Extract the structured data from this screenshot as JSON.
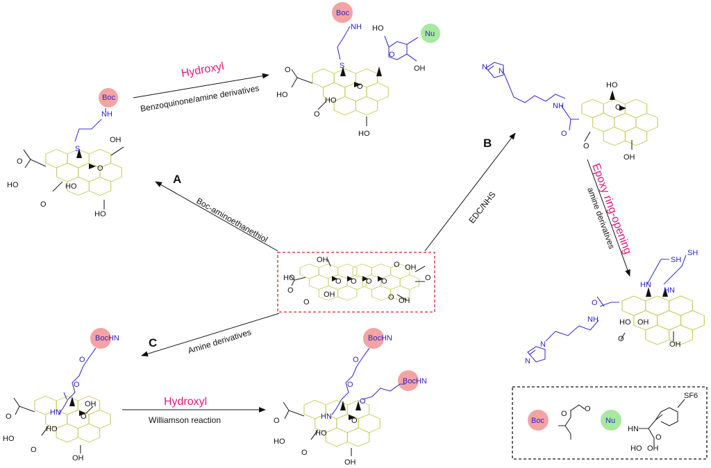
{
  "reactions": {
    "A": {
      "letter": "A",
      "reagent": "Boc-aminoethanethiol",
      "next_top": "Hydroxyl",
      "next_bottom": "Benzoquinone/amine derivatives"
    },
    "B": {
      "letter": "B",
      "reagent": "EDC/NHS",
      "next_top": "Epoxy ring-opening",
      "next_bottom": "amine derivatives"
    },
    "C": {
      "letter": "C",
      "reagent": "Amine derivatives",
      "next_top": "Hydroxyl",
      "next_bottom": "Williamson reaction"
    }
  },
  "atoms": {
    "boc": "Boc",
    "nh": "NH",
    "hn": "HN",
    "bochn": "BocHN",
    "oh": "OH",
    "ho": "HO",
    "o": "O",
    "s": "S",
    "sh": "SH",
    "n": "N",
    "nu": "Nu",
    "sf6": "SF6"
  },
  "legend": {
    "boc_label": "Boc",
    "nu_label": "Nu"
  },
  "colors": {
    "boc_circle": "#f4a3a3",
    "nu_circle": "#a8e8a0",
    "highlight": "#e0187a",
    "frame_red": "#d62020",
    "graphene": "#cccf6a",
    "heteroatom": "#2a22c8"
  }
}
